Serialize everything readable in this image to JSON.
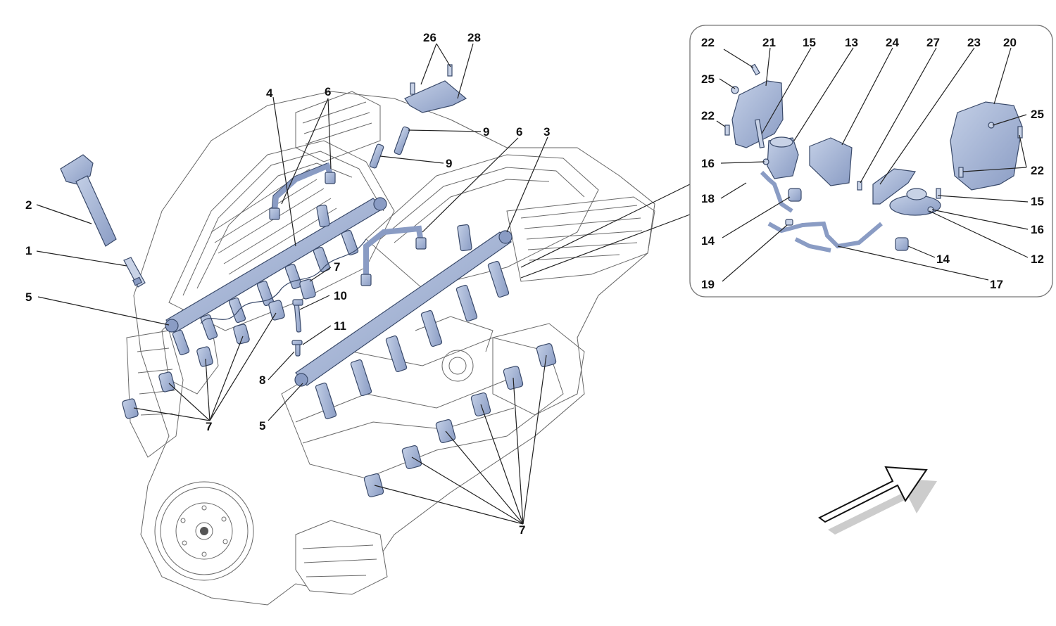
{
  "diagram": {
    "colors": {
      "part_fill": "#a8b8d8",
      "part_shade": "#7e92bc",
      "engine_line": "#6a6a6a",
      "text": "#111111",
      "inset_border": "#777777"
    },
    "callouts_main": [
      "2",
      "1",
      "5",
      "4",
      "6",
      "26",
      "28",
      "9",
      "9",
      "6",
      "3",
      "7",
      "10",
      "11",
      "8",
      "5",
      "7",
      "7"
    ],
    "callouts_inset": [
      "22",
      "21",
      "15",
      "13",
      "24",
      "27",
      "23",
      "20",
      "25",
      "22",
      "25",
      "16",
      "18",
      "14",
      "19",
      "17",
      "14",
      "12",
      "16",
      "15",
      "22"
    ],
    "arrow_icon": "direction-arrow-icon"
  }
}
